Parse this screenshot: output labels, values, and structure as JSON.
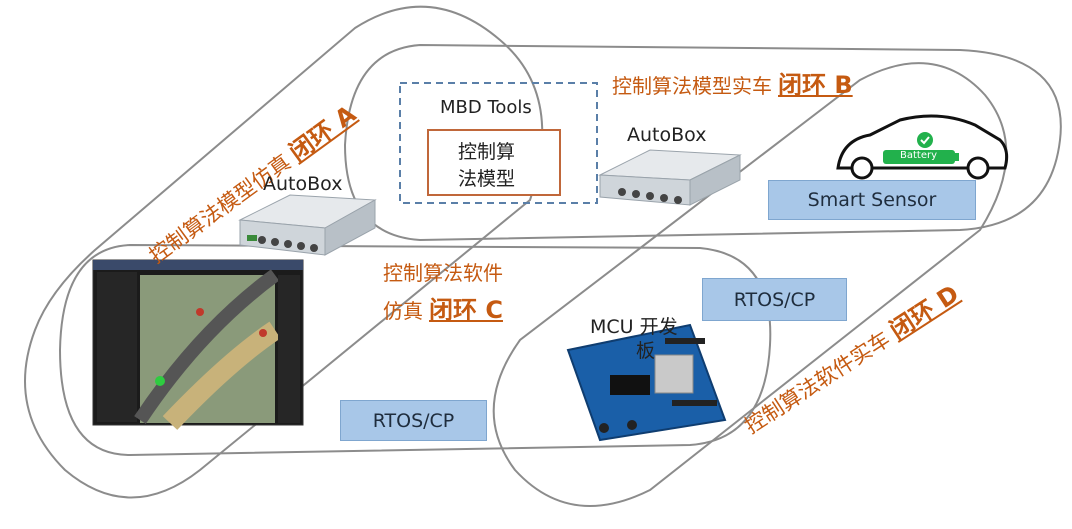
{
  "loops": {
    "a": {
      "prefix": "控制算法模型仿真",
      "tag": "闭环 A"
    },
    "b": {
      "prefix": "控制算法模型实车",
      "tag": "闭环 B"
    },
    "c": {
      "prefix_line1": "控制算法软件",
      "prefix_line2": "仿真",
      "tag": "闭环 C"
    },
    "d": {
      "prefix": "控制算法软件实车",
      "tag": "闭环 D"
    }
  },
  "mbd": {
    "title": "MBD Tools",
    "inner_line1": "控制算",
    "inner_line2": "法模型"
  },
  "autobox_left": "AutoBox",
  "autobox_right": "AutoBox",
  "smart_sensor": "Smart Sensor",
  "battery_label": "Battery",
  "rtos_top": "RTOS/CP",
  "rtos_bottom": "RTOS/CP",
  "mcu_line1": "MCU 开发",
  "mcu_line2": "板",
  "colors": {
    "accent": "#c55a11",
    "box_fill": "#a8c7e8",
    "loop_stroke": "#8c8c8c",
    "dash": "#5a7fa8"
  }
}
